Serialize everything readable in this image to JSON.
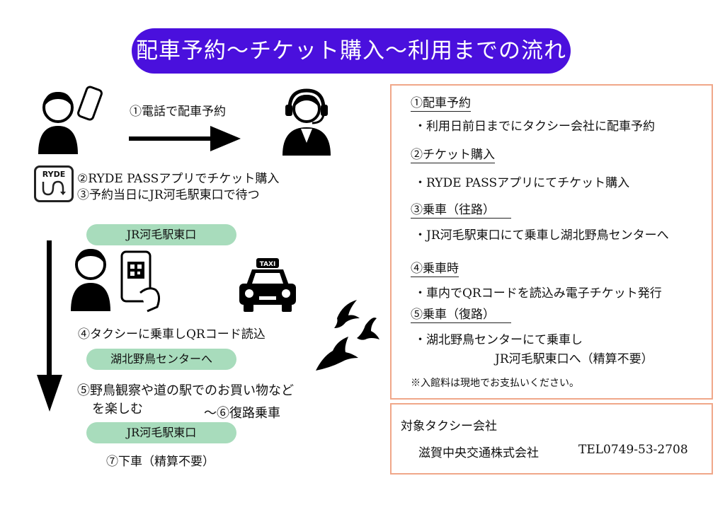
{
  "title": "配車予約～チケット購入～利用までの流れ",
  "flow": {
    "step1_label": "①電話で配車予約",
    "app_icon_text": "RYDE",
    "step2_label": "②RYDE PASSアプリでチケット購入",
    "step3_label": "③予約当日にJR河毛駅東口で待つ",
    "pill_station_1": "JR河毛駅東口",
    "taxi_sign": "TAXI",
    "step4_label": "④タクシーに乗車しQRコード読込",
    "pill_center": "湖北野鳥センターへ",
    "step5_line1": "⑤野鳥観察や道の駅でのお買い物など",
    "step5_line2": "を楽しむ",
    "step6_label": "～⑥復路乗車",
    "pill_station_2": "JR河毛駅東口",
    "step7_label": "⑦下車（精算不要）"
  },
  "steps_box": {
    "s1_head": "①配車予約",
    "s1_body": "・利用日前日までにタクシー会社に配車予約",
    "s2_head": "②チケット購入",
    "s2_body": "・RYDE PASSアプリにてチケット購入",
    "s3_head": "③乗車（往路）",
    "s3_body": "・JR河毛駅東口にて乗車し湖北野鳥センターへ",
    "s4_head": "④乗車時",
    "s4_body": "・車内でQRコードを読込み電子チケット発行",
    "s5_head": "⑤乗車（復路）",
    "s5_body1": "・湖北野鳥センターにて乗車し",
    "s5_body2": "JR河毛駅東口へ（精算不要）",
    "note": "※入館料は現地でお支払いください。"
  },
  "company_box": {
    "label": "対象タクシー会社",
    "name": "滋賀中央交通株式会社",
    "tel": "TEL0749-53-2708"
  },
  "colors": {
    "title_bg": "#4a10dd",
    "pill_green": "#a8dcbc",
    "box_border": "#f0a789"
  }
}
